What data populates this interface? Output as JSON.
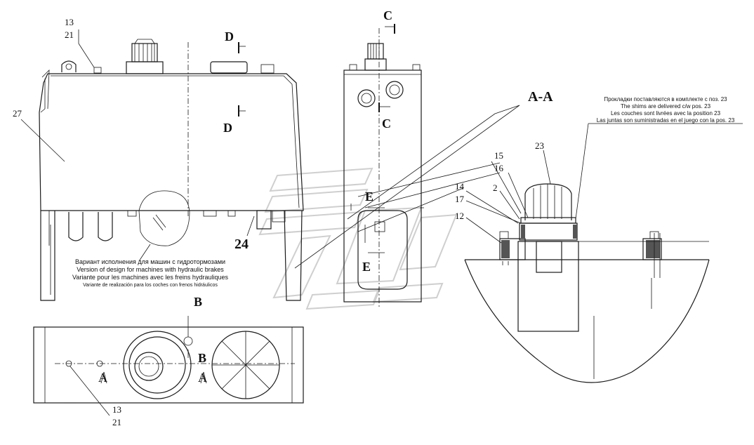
{
  "labels": {
    "pos_13_top": "13",
    "pos_21_top": "21",
    "pos_27": "27",
    "pos_24": "24",
    "pos_13_bottom": "13",
    "pos_21_bottom": "21",
    "pos_15": "15",
    "pos_16": "16",
    "pos_14": "14",
    "pos_17": "17",
    "pos_2": "2",
    "pos_12": "12",
    "pos_23": "23",
    "section_d_top": "D",
    "section_d_bottom": "D",
    "section_c_top": "C",
    "section_c_bottom": "C",
    "section_e_top": "E",
    "section_e_bottom": "E",
    "section_b_top": "B",
    "section_b_bottom": "B",
    "section_a_left": "A",
    "section_a_right": "A",
    "section_aa_title": "A-A"
  },
  "notes": {
    "hydraulic_ru": "Вариант исполнения для машин с гидротормозами",
    "hydraulic_en": "Version of design for machines with hydraulic brakes",
    "hydraulic_fr": "Variante pour les machines avec les freins hydrauliques",
    "hydraulic_es": "Variante de realización para los coches con frenos hidráulicos",
    "shims_ru": "Прокладки поставляются в комплекте с поз. 23",
    "shims_en": "The shims are delivered c/w pos. 23",
    "shims_fr": "Les couches sont livrées avec la position 23",
    "shims_es": "Las juntas son suministradas en el juego con la  pos.  23"
  },
  "colors": {
    "line": "#1a1a1a",
    "watermark": "#cfcfcf"
  }
}
